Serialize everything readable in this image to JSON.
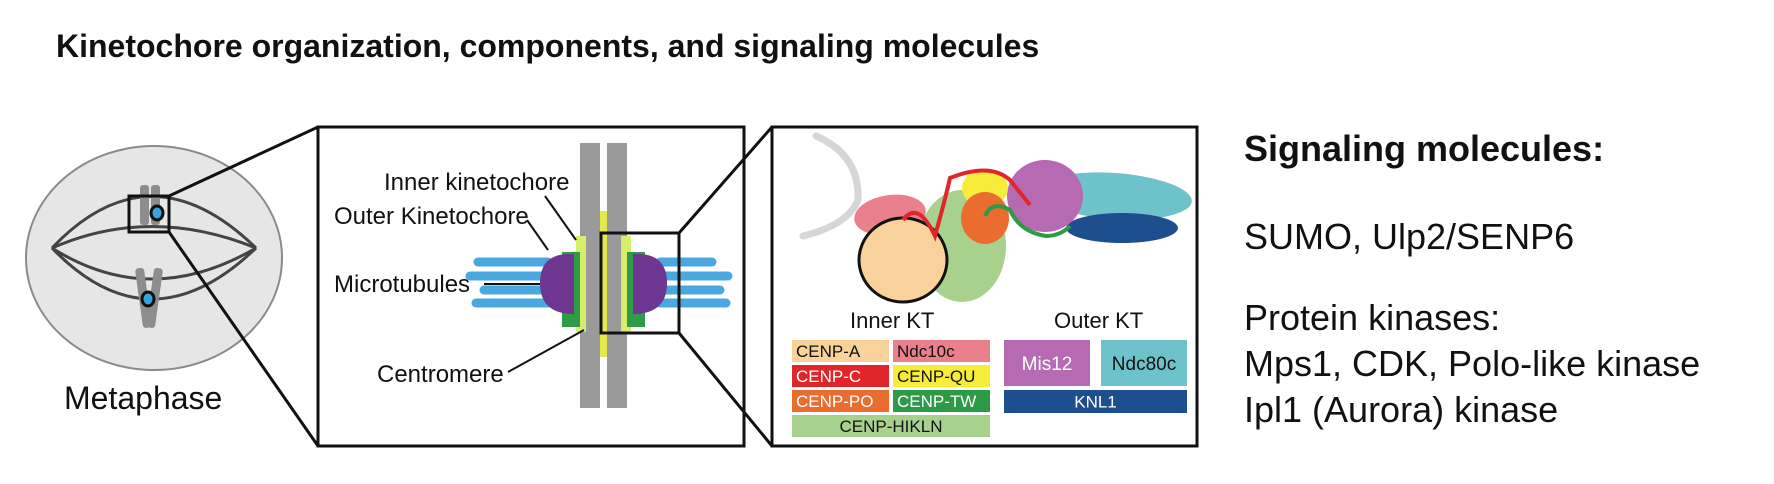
{
  "title": "Kinetochore organization, components, and signaling molecules",
  "cell_panel": {
    "label": "Metaphase"
  },
  "chromosome_panel": {
    "labels": {
      "inner_kinetochore": "Inner kinetochore",
      "outer_kinetochore": "Outer Kinetochore",
      "microtubules": "Microtubules",
      "centromere": "Centromere"
    }
  },
  "complex_panel": {
    "inner_kt_label": "Inner KT",
    "outer_kt_label": "Outer KT",
    "inner_components": [
      {
        "name": "CENP-A",
        "color": "#f8d29a"
      },
      {
        "name": "Ndc10c",
        "color": "#e9808b"
      },
      {
        "name": "CENP-C",
        "color": "#e0262b"
      },
      {
        "name": "CENP-QU",
        "color": "#f7ec3a"
      },
      {
        "name": "CENP-PO",
        "color": "#ea6d2f"
      },
      {
        "name": "CENP-TW",
        "color": "#2d9a48"
      },
      {
        "name": "CENP-HIKLN",
        "color": "#a9d18e"
      }
    ],
    "outer_components": [
      {
        "name": "Mis12",
        "color": "#b56ab1"
      },
      {
        "name": "Ndc80c",
        "color": "#6dc3c9"
      },
      {
        "name": "KNL1",
        "color": "#1f4e8f"
      }
    ]
  },
  "signaling": {
    "heading": "Signaling molecules:",
    "lines": [
      "SUMO, Ulp2/SENP6",
      "Protein kinases:",
      "Mps1, CDK, Polo-like kinase",
      "Ipl1 (Aurora) kinase"
    ]
  }
}
